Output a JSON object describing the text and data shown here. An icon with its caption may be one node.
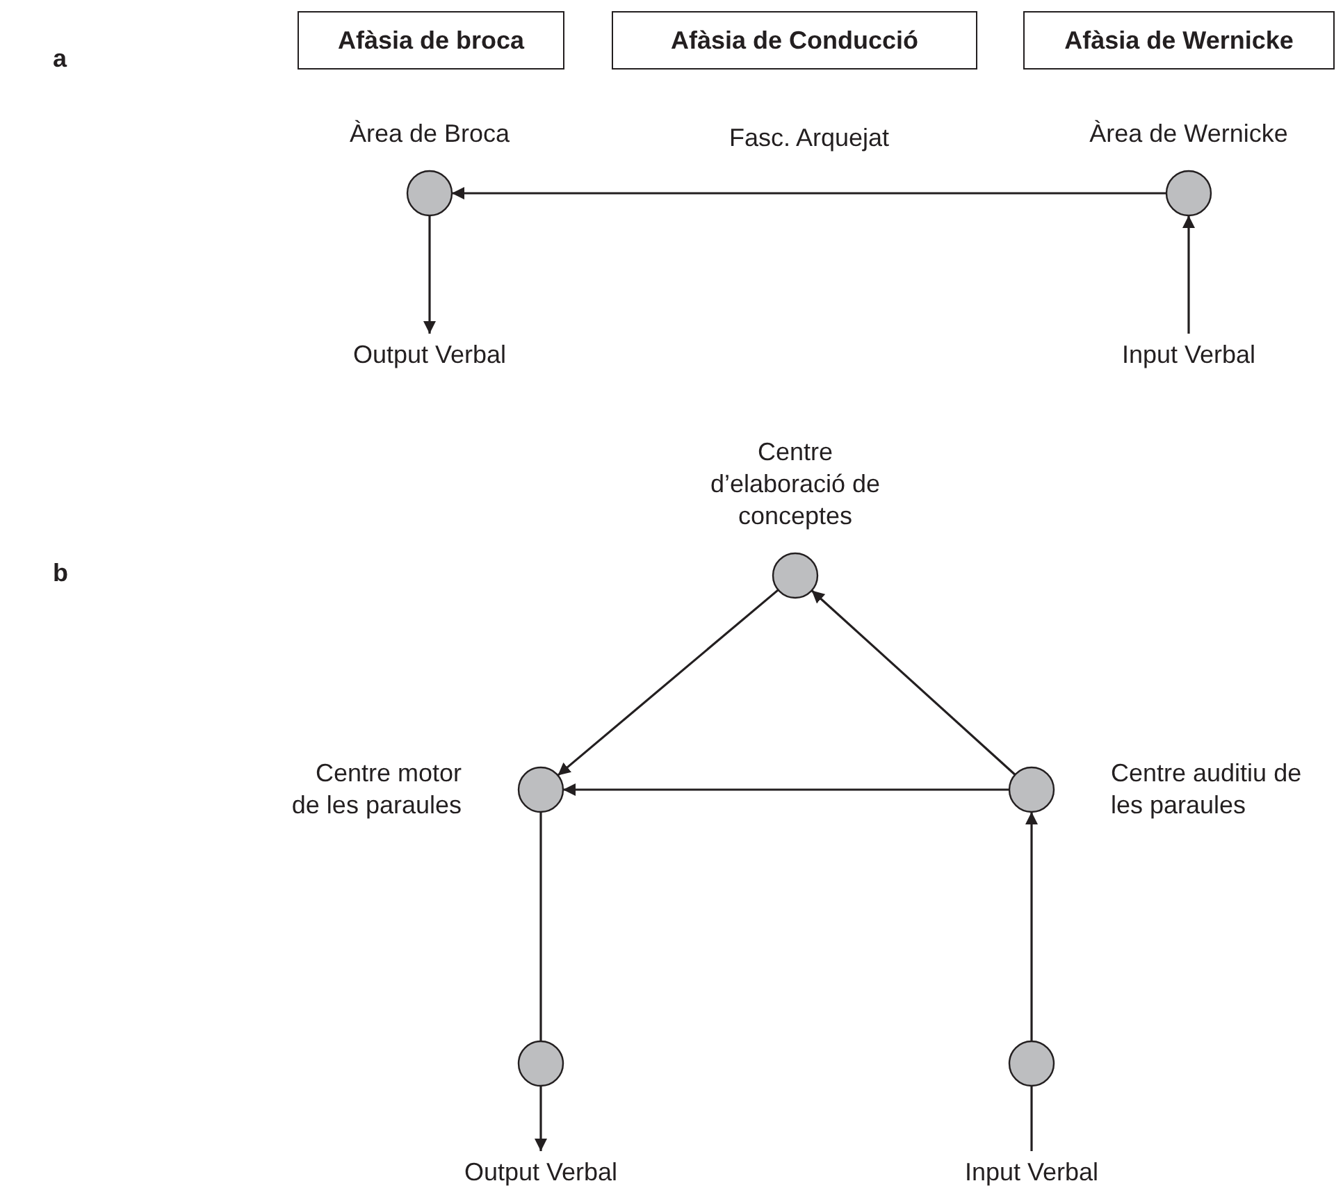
{
  "diagram": {
    "nodes": [
      {
        "text": [
          "Afàsia de broca"
        ]
      },
      {
        "text": [
          "Afàsia de Conducció"
        ]
      },
      {
        "text": [
          "Afàsia de Wernicke"
        ]
      },
      {
        "text": [
          "Àrea de Broca"
        ]
      },
      {
        "text": [
          "Àrea de Wernicke"
        ]
      },
      {
        "text": [
          "Output Verbal"
        ]
      },
      {
        "text": [
          "Input Verbal"
        ]
      },
      {
        "text": [
          "Centre d’elaboració de conceptes"
        ]
      },
      {
        "text": [
          "Centre motor de les paraules"
        ]
      },
      {
        "text": [
          "Centre auditiu de les paraules"
        ]
      },
      {
        "text": [],
        "shape": "circle"
      },
      {
        "text": [],
        "shape": "circle"
      },
      {
        "text": [
          "Output Verbal"
        ]
      },
      {
        "text": [
          "Input Verbal"
        ]
      }
    ],
    "edges": [
      {
        "from": 4,
        "to": 3,
        "arrow": "to",
        "label": "Fasc. Arquejat"
      },
      {
        "from": 3,
        "to": 5,
        "arrow": "to"
      },
      {
        "from": 6,
        "to": 4,
        "arrow": "to"
      },
      {
        "from": 7,
        "to": 8,
        "arrow": "to"
      },
      {
        "from": 9,
        "to": 7,
        "arrow": "to"
      },
      {
        "from": 9,
        "to": 8,
        "arrow": "to"
      },
      {
        "from": 8,
        "to": 10,
        "arrow": "none"
      },
      {
        "from": 10,
        "to": 12,
        "arrow": "to"
      },
      {
        "from": 13,
        "to": 11,
        "arrow": "none"
      },
      {
        "from": 11,
        "to": 9,
        "arrow": "to"
      }
    ],
    "labels": [
      "a",
      "b"
    ]
  }
}
